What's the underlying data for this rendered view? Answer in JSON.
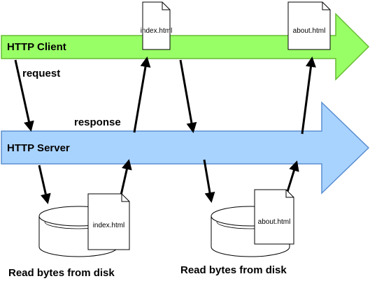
{
  "lanes": {
    "client": {
      "label": "HTTP Client",
      "fill": "#99ff66",
      "stroke": "#66bb33"
    },
    "server": {
      "label": "HTTP Server",
      "fill": "#a9d3ff",
      "stroke": "#5b8fd0"
    }
  },
  "labels": {
    "request": "request",
    "response": "response"
  },
  "documents": {
    "client_index": "index.html",
    "client_about": "about.html",
    "disk_index": "index.html",
    "disk_about": "about.html"
  },
  "disks": {
    "left_caption": "Read bytes from disk",
    "right_caption": "Read bytes from disk"
  }
}
